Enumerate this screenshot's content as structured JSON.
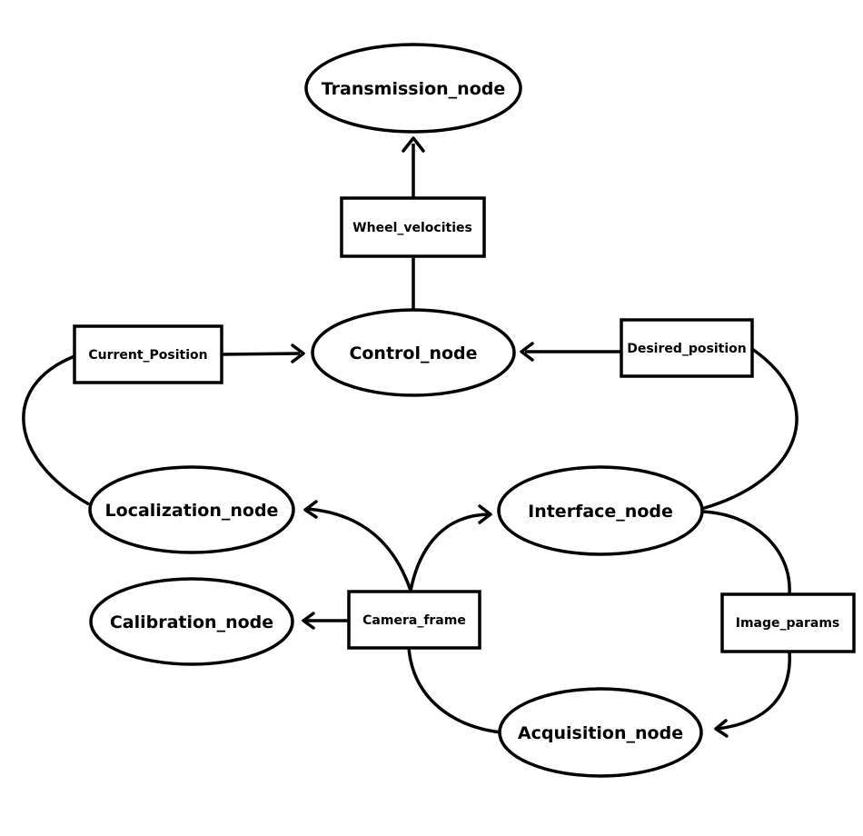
{
  "nodes": {
    "transmission": "Transmission_node",
    "control": "Control_node",
    "localization": "Localization_node",
    "interface": "Interface_node",
    "calibration": "Calibration_node",
    "acquisition": "Acquisition_node"
  },
  "topics": {
    "wheel_velocities": "Wheel_velocities",
    "current_position": "Current_Position",
    "desired_position": "Desired_position",
    "camera_frame": "Camera_frame",
    "image_params": "Image_params"
  },
  "colors": {
    "stroke": "#000000",
    "fill": "#ffffff"
  }
}
